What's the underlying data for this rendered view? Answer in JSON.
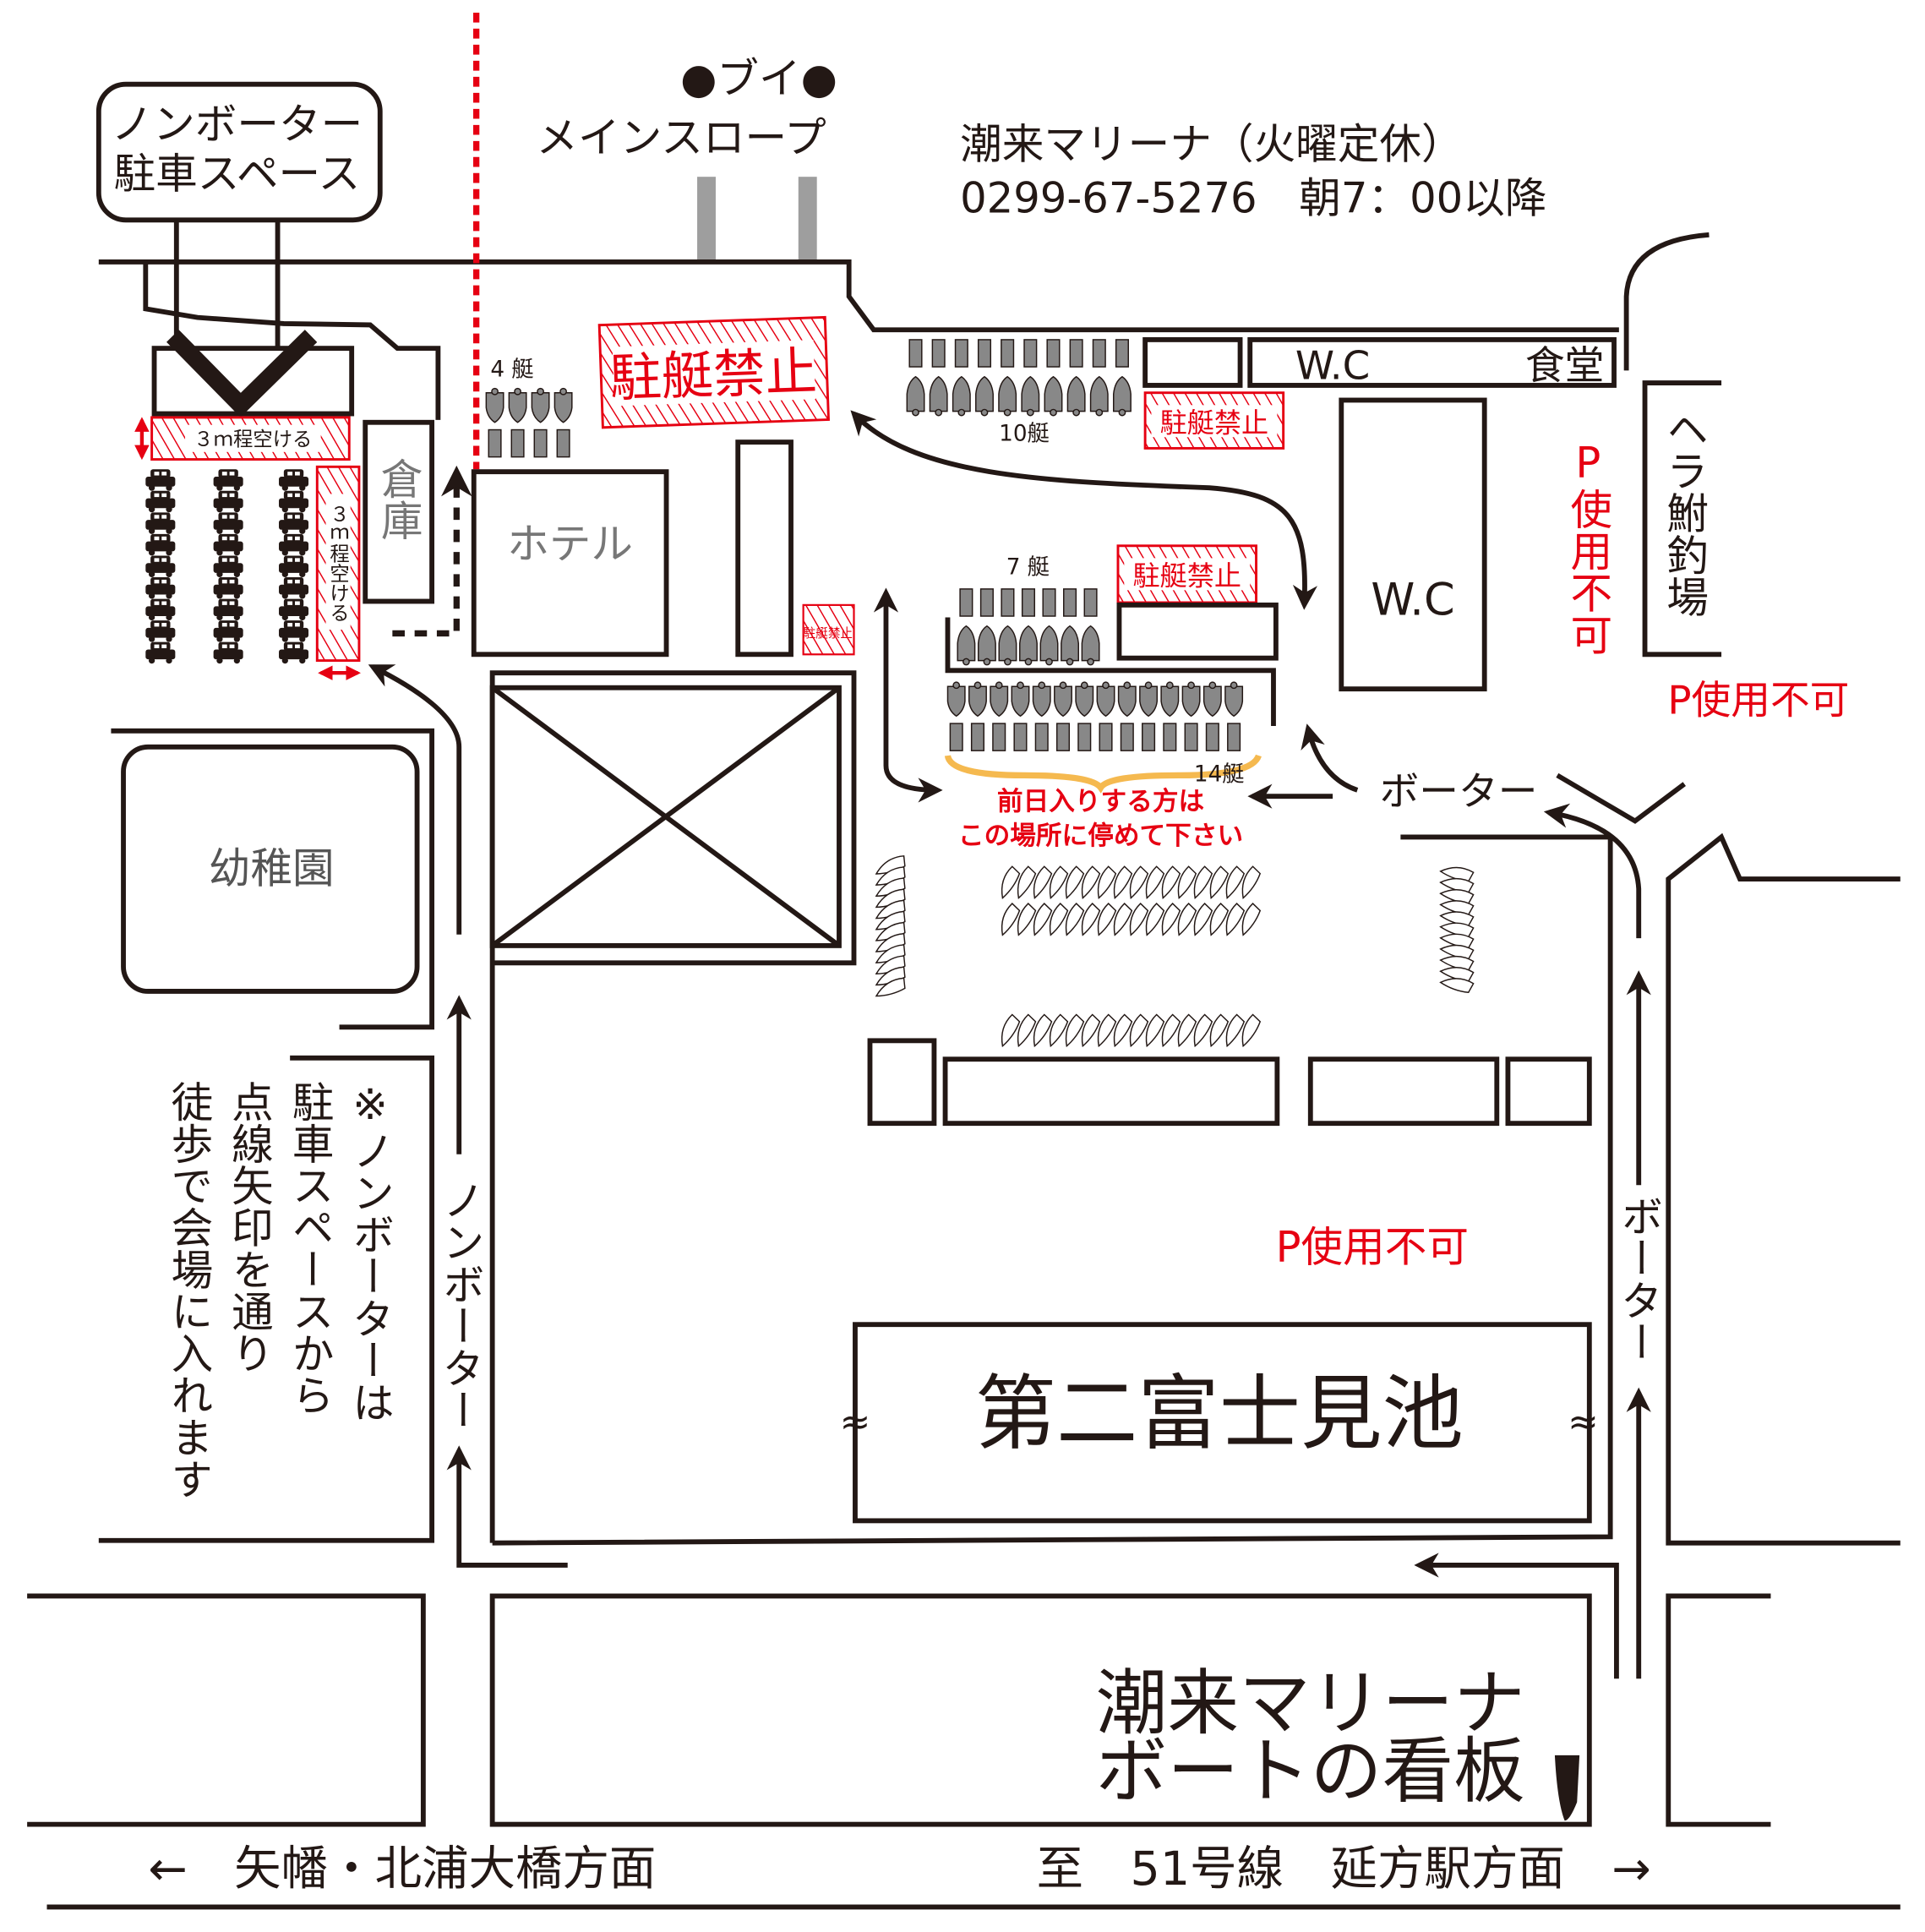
{
  "callout": {
    "line1": "ノンボーター",
    "line2": "駐車スペース"
  },
  "slope": {
    "buoy": "●ブイ●",
    "main": "メインスロープ"
  },
  "marina_info": {
    "name": "潮来マリーナ（火曜定休）",
    "phone_hours": "0299-67-5276　朝7：00以降"
  },
  "labels": {
    "gap_3m_h": "３ｍ程空ける",
    "gap_3m_v": "３ｍ程空ける",
    "warehouse": "倉庫",
    "hotel": "ホテル",
    "boats_4": "4 艇",
    "boats_10": "10艇",
    "boats_7": "7 艇",
    "boats_14": "14艇",
    "no_boat_parking": "駐艇禁止",
    "wc": "W.C",
    "cafeteria": "食堂",
    "p_unavailable": "P使用不可",
    "fishing": "ヘラ鮒釣場",
    "boater": "ボーター",
    "nonboater": "ノンボーター",
    "kindergarten": "幼稚園",
    "pond": "第二富士見池",
    "wave": "≈",
    "sign_line1": "潮来マリーナ",
    "sign_line2": "ボートの看板"
  },
  "notice": {
    "line1": "前日入りする方は",
    "line2": "この場所に停めて下さい"
  },
  "note": {
    "line1": "※ノンボーターは",
    "line2": "駐車スペースから",
    "line3": "点線矢印を通り",
    "line4": "徒歩で会場に入れます"
  },
  "directions": {
    "left": "←　矢幡・北浦大橋方面",
    "right": "至　51号線　延方駅方面　→"
  },
  "colors": {
    "red": "#e60012",
    "ink": "#231815",
    "boat": "#888888",
    "brace": "#f5b94f"
  }
}
